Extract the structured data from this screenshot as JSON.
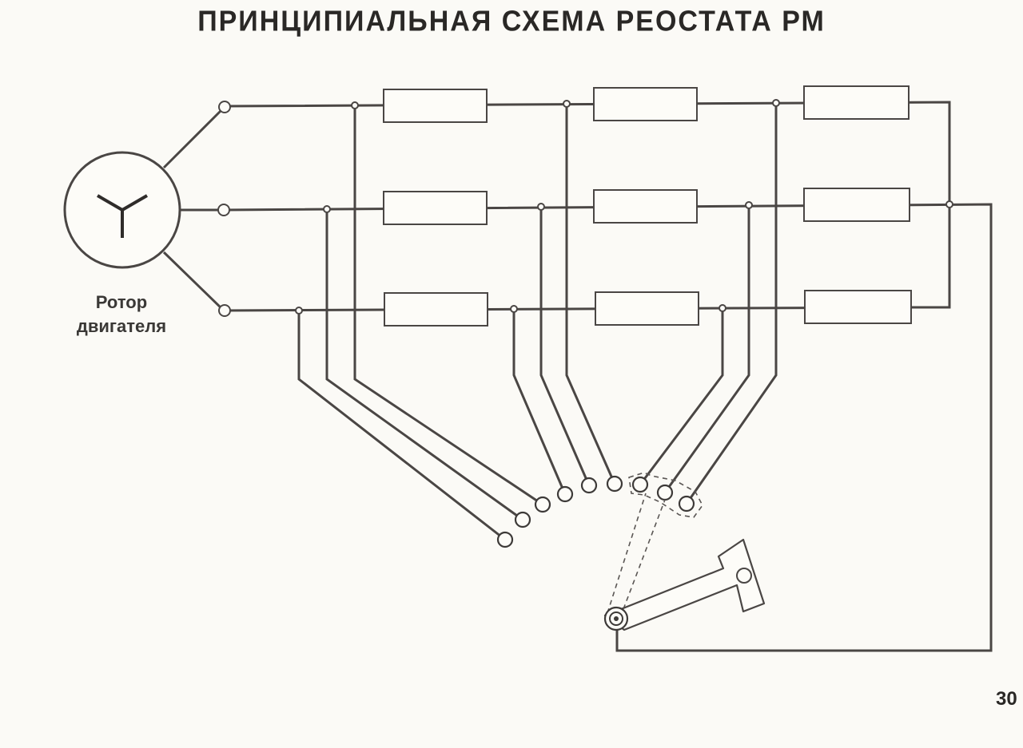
{
  "title": "ПРИНЦИПИАЛЬНАЯ СХЕМА РЕОСТАТА РМ",
  "rotor": {
    "label_line1": "Ротор",
    "label_line2": "двигателя"
  },
  "page_number": "30",
  "colors": {
    "background": "#fbfaf6",
    "line": "#4a4644",
    "text": "#2b2927"
  },
  "icons": {
    "rotor": "star-winding-icon",
    "switch": "rotary-contact-lever-icon"
  }
}
